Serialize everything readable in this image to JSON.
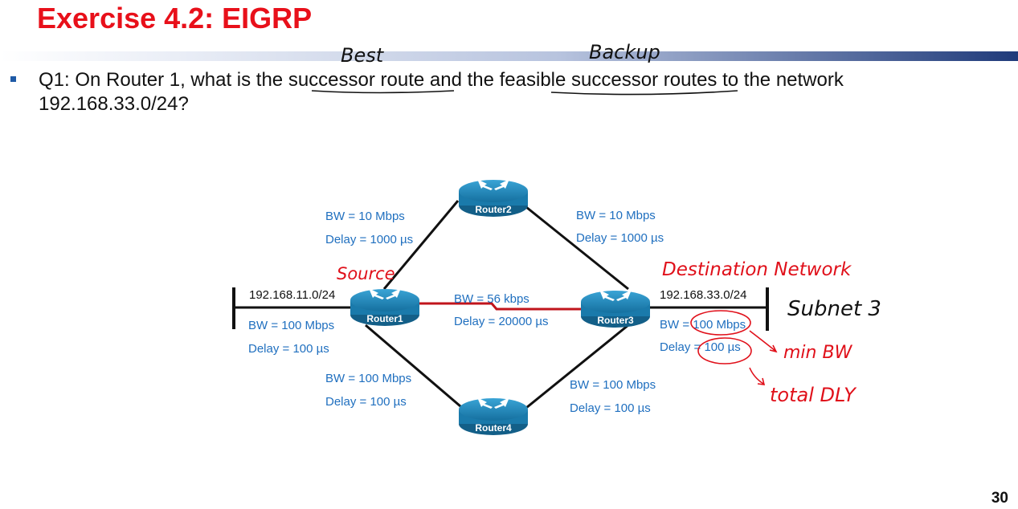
{
  "slide": {
    "title": "Exercise 4.2: EIGRP",
    "question_line1": "Q1: On Router 1, what is the successor route and the feasible successor routes to the network",
    "question_line2": "192.168.33.0/24?",
    "page_number": "30"
  },
  "routers": {
    "r1": "Router1",
    "r2": "Router2",
    "r3": "Router3",
    "r4": "Router4"
  },
  "networks": {
    "source": "192.168.11.0/24",
    "destination": "192.168.33.0/24"
  },
  "links": {
    "r1_r2": {
      "bw": "BW = 10 Mbps",
      "delay": "Delay = 1000 µs"
    },
    "r2_r3": {
      "bw": "BW = 10 Mbps",
      "delay": "Delay = 1000 µs"
    },
    "r1_r3": {
      "bw": "BW = 56 kbps",
      "delay": "Delay = 20000 µs"
    },
    "r1_r4": {
      "bw": "BW = 100 Mbps",
      "delay": "Delay = 100 µs"
    },
    "r4_r3": {
      "bw": "BW = 100 Mbps",
      "delay": "Delay = 100 µs"
    },
    "src_lan": {
      "bw": "BW = 100 Mbps",
      "delay": "Delay = 100 µs"
    },
    "dst_lan": {
      "bw": "BW = 100 Mbps",
      "delay": "Delay = 100 µs"
    }
  },
  "annotations": {
    "best": "Best",
    "backup": "Backup",
    "source": "Source",
    "destination": "Destination Network",
    "subnet": "Subnet 3",
    "min_bw": "min BW",
    "total_dly": "total DLY"
  },
  "colors": {
    "title": "#e8101a",
    "link_label": "#1f6fbf",
    "router_body": "#1d84b5",
    "slow_link": "#c0141c",
    "handwriting_red": "#e0101a",
    "handwriting_black": "#111111"
  }
}
